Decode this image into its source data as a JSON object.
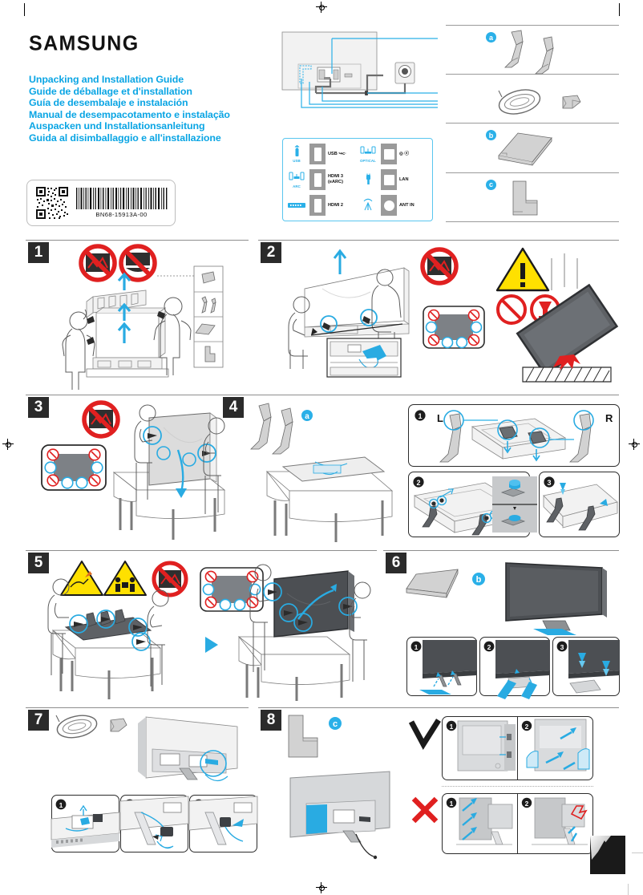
{
  "document": {
    "brand": "SAMSUNG",
    "part_number": "BN68-15913A-00",
    "titles": [
      "Unpacking and Installation Guide",
      "Guide de déballage et d'installation",
      "Guía de desembalaje e instalación",
      "Manual de desempacotamento e instalação",
      "Auspacken und Installationsanleitung",
      "Guida al disimballaggio e all'installazione"
    ],
    "accent_color": "#0aa5e4",
    "step_badge_color": "#2b2b2b",
    "warning_yellow": "#ffe000",
    "prohibit_red": "#e02020"
  },
  "ports": {
    "left_column": [
      {
        "icon": "usb-icon",
        "icon_caption": "USB",
        "label": "USB ↪ᴄ·",
        "jack": "usb"
      },
      {
        "icon": "soundbar-arc-icon",
        "icon_caption": "ARC",
        "label": "HDMI 3\n(eARC)",
        "jack": "hdmi"
      },
      {
        "icon": "hdmi-bar-icon",
        "icon_caption": "",
        "label": "HDMI 2",
        "jack": "hdmi"
      }
    ],
    "right_column": [
      {
        "icon": "optical-icon",
        "icon_caption": "OPTICAL",
        "label": "◎ ⓔ",
        "jack": "square"
      },
      {
        "icon": "lan-plug-icon",
        "icon_caption": "",
        "label": "LAN",
        "jack": "lan"
      },
      {
        "icon": "antenna-icon",
        "icon_caption": "",
        "label": "ANT IN",
        "jack": "round"
      }
    ]
  },
  "accessories": [
    {
      "badge": "a",
      "name": "stand-legs",
      "caption": ""
    },
    {
      "badge": "",
      "name": "power-cord-and-clip",
      "caption": ""
    },
    {
      "badge": "b",
      "name": "base-plate",
      "caption": ""
    },
    {
      "badge": "c",
      "name": "cable-cover",
      "caption": ""
    }
  ],
  "steps": [
    {
      "number": "1",
      "name": "remove-tv-from-box",
      "substeps": [],
      "labels": [],
      "symbols": [
        "no-sharp-edge",
        "no-drop-face-down"
      ]
    },
    {
      "number": "2",
      "name": "lift-tv-from-packaging",
      "substeps": [],
      "labels": [],
      "symbols": [
        "no-sharp-edge",
        "warning-triangle",
        "no-entry",
        "fragile"
      ]
    },
    {
      "number": "3",
      "name": "place-tv-face-down-on-table",
      "substeps": [],
      "labels": [],
      "symbols": [
        "no-sharp-edge",
        "grip-points"
      ]
    },
    {
      "number": "4",
      "name": "attach-stand-legs",
      "substeps": [
        "1",
        "2",
        "3"
      ],
      "labels": [
        "L",
        "R"
      ],
      "symbols": []
    },
    {
      "number": "5",
      "name": "lift-tv-upright",
      "substeps": [],
      "labels": [],
      "symbols": [
        "warning-pinch",
        "warning-two-person",
        "no-sharp-edge",
        "grip-points"
      ]
    },
    {
      "number": "6",
      "name": "attach-base-plate",
      "substeps": [
        "1",
        "2",
        "3"
      ],
      "labels": [],
      "symbols": []
    },
    {
      "number": "7",
      "name": "route-power-cable",
      "substeps": [
        "1",
        "2",
        "3"
      ],
      "labels": [],
      "symbols": []
    },
    {
      "number": "8",
      "name": "attach-cable-cover",
      "substeps": [
        "1",
        "2",
        "1",
        "2"
      ],
      "labels": [],
      "symbols": [
        "check-mark",
        "cross-mark"
      ]
    }
  ]
}
